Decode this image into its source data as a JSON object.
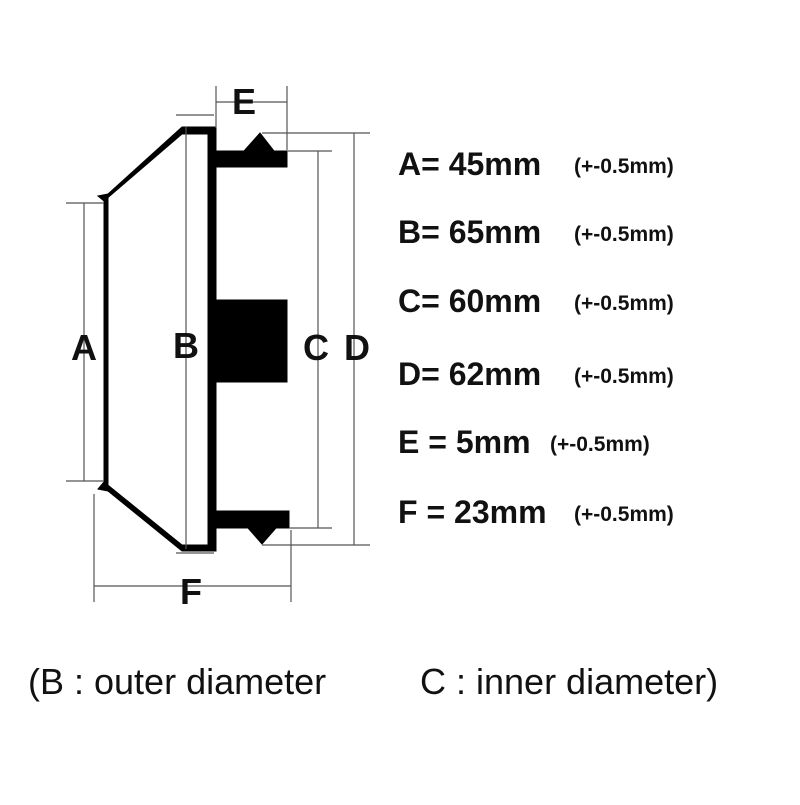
{
  "diagram": {
    "dimension_letters": {
      "a": "A",
      "b": "B",
      "c": "C",
      "d": "D",
      "e": "E",
      "f": "F"
    },
    "specs": [
      {
        "main": "A= 45mm",
        "tolerance": "(+-0.5mm)"
      },
      {
        "main": "B= 65mm",
        "tolerance": "(+-0.5mm)"
      },
      {
        "main": "C= 60mm",
        "tolerance": "(+-0.5mm)"
      },
      {
        "main": "D= 62mm",
        "tolerance": "(+-0.5mm)"
      },
      {
        "main": "E = 5mm",
        "tolerance": "(+-0.5mm)"
      },
      {
        "main": "F = 23mm",
        "tolerance": "(+-0.5mm)"
      }
    ],
    "footnote": {
      "outer": "(B : outer diameter",
      "inner": "C : inner diameter)"
    },
    "colors": {
      "ink": "#000000",
      "dimension_line": "#555555",
      "background": "#ffffff"
    }
  }
}
